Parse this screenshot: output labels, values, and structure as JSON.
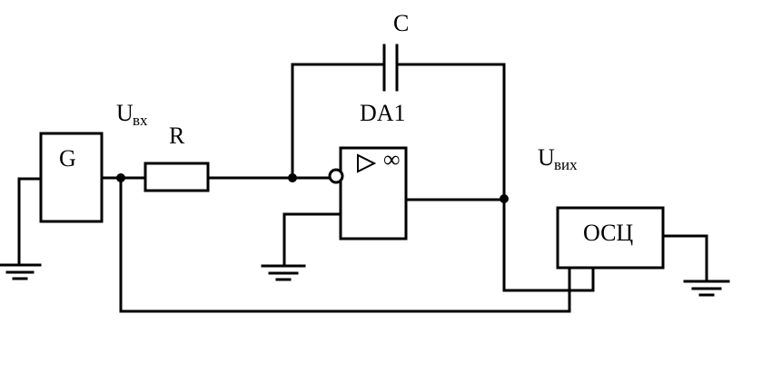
{
  "labels": {
    "capacitor": "C",
    "opamp": "DA1",
    "resistor": "R",
    "generator": "G",
    "oscilloscope": "ОСЦ",
    "u_in_main": "U",
    "u_in_sub": "вх",
    "u_out_main": "U",
    "u_out_sub": "вих",
    "infinity": "∞"
  }
}
